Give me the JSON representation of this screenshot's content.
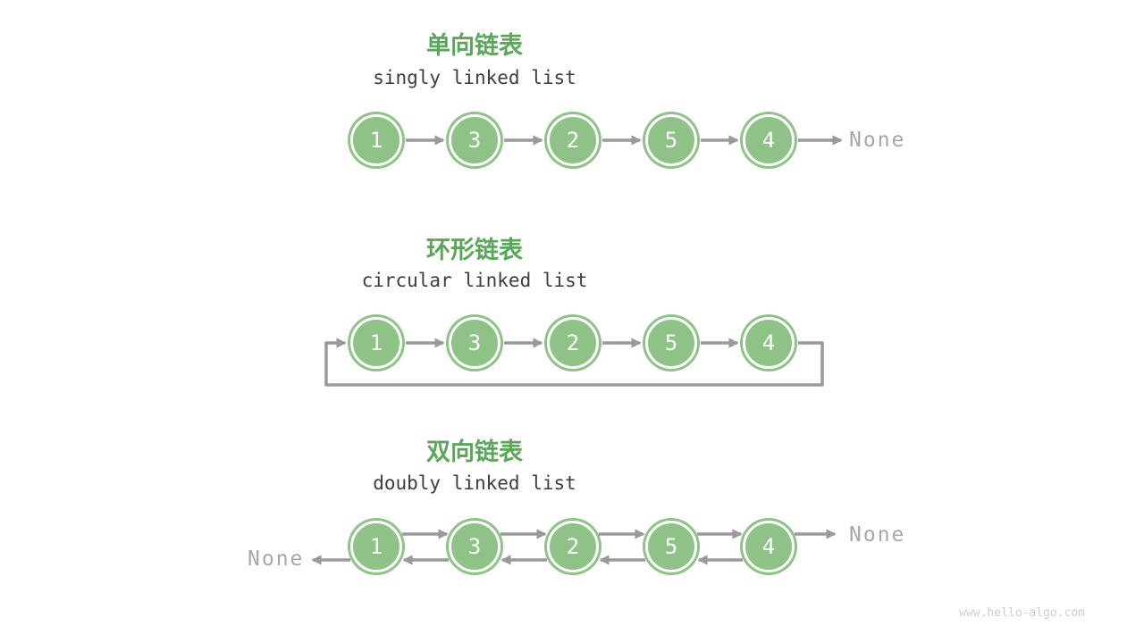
{
  "page": {
    "background": "#ffffff",
    "watermark": "www.hello-algo.com"
  },
  "colors": {
    "page_bg": "#ffffff",
    "title_green": "#5aa65a",
    "node_green": "#8ec287",
    "node_text": "#ffffff",
    "arrow_gray": "#9a9a9a",
    "none_gray": "#a5a7a9",
    "subtitle_dark": "#3a3e41",
    "watermark_gray": "#cdcdcd"
  },
  "sections": [
    {
      "id": "singly-linked-list",
      "type": "singly",
      "title": "单向链表",
      "subtitle": "singly linked list",
      "nodes": [
        "1",
        "3",
        "2",
        "5",
        "4"
      ],
      "tail_label": "None"
    },
    {
      "id": "circular-linked-list",
      "type": "circular",
      "title": "环形链表",
      "subtitle": "circular linked list",
      "nodes": [
        "1",
        "3",
        "2",
        "5",
        "4"
      ]
    },
    {
      "id": "doubly-linked-list",
      "type": "doubly",
      "title": "双向链表",
      "subtitle": "doubly linked list",
      "nodes": [
        "1",
        "3",
        "2",
        "5",
        "4"
      ],
      "head_label": "None",
      "tail_label": "None"
    }
  ]
}
